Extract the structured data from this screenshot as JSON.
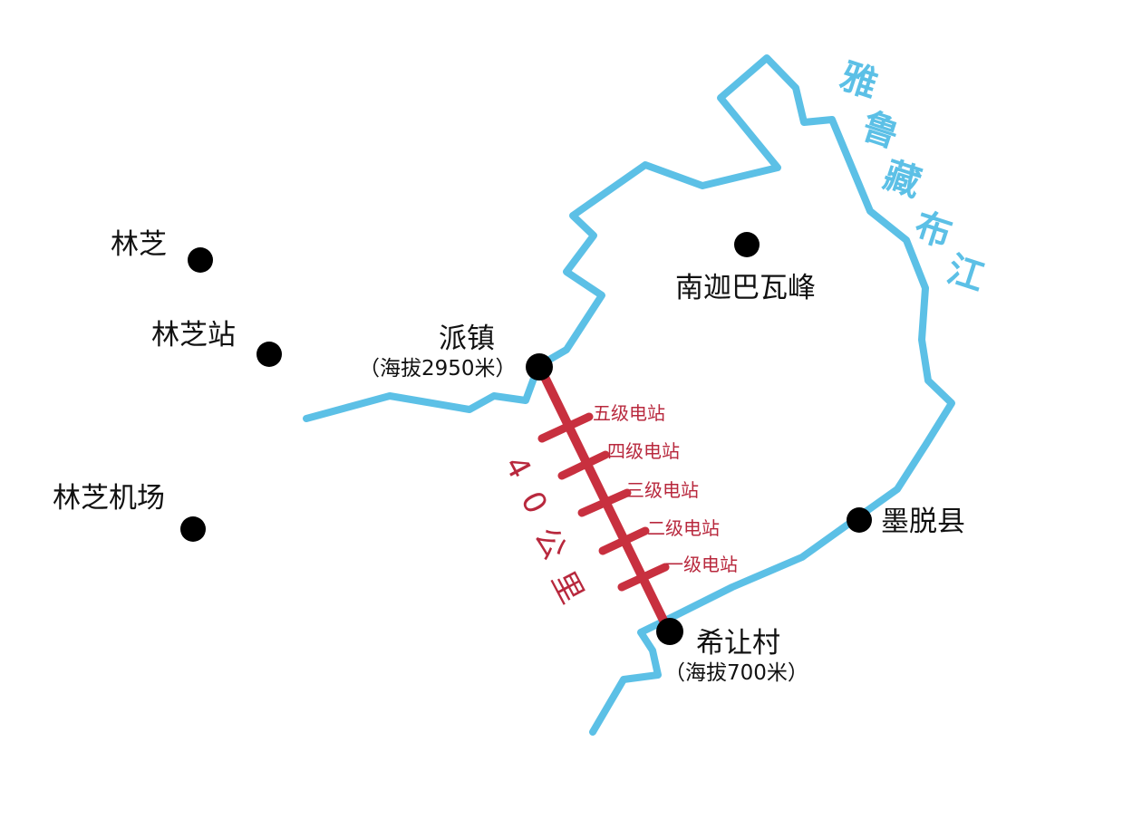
{
  "river": {
    "name_chars": [
      "雅",
      "鲁",
      "藏",
      "布",
      "江"
    ],
    "color": "#5cc0e6"
  },
  "places": {
    "linzhi": "林芝",
    "linzhi_station": "林芝站",
    "linzhi_airport": "林芝机场",
    "namcha_barwa": "南迦巴瓦峰",
    "paizhen": "派镇",
    "paizhen_altitude": "（海拔2950米）",
    "motuo": "墨脱县",
    "xirang": "希让村",
    "xirang_altitude": "（海拔700米）"
  },
  "route": {
    "color": "#c8303f",
    "distance_chars": [
      "4",
      "0",
      "公",
      "里"
    ],
    "stations": [
      "五级电站",
      "四级电站",
      "三级电站",
      "二级电站",
      "一级电站"
    ]
  },
  "marker_color": "#000000"
}
